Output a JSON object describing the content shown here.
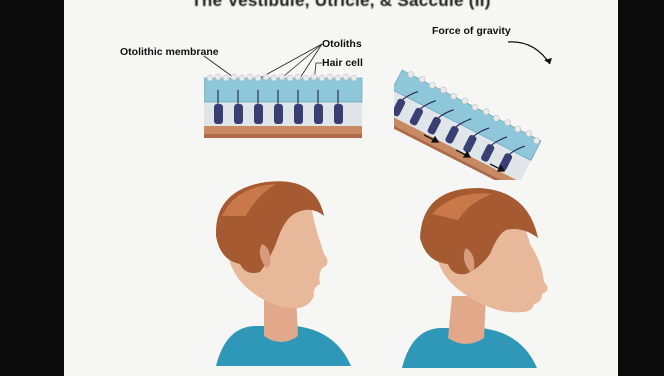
{
  "slide": {
    "title": "The Vestibule, Utricle, & Saccule (II)",
    "labels": {
      "otolithic_membrane": "Otolithic membrane",
      "otoliths": "Otoliths",
      "hair_cell": "Hair cell",
      "force_of_gravity": "Force of gravity"
    }
  },
  "colors": {
    "membrane": "#8fc7da",
    "base": "#c78a63",
    "hair_cell": "#3a3f73",
    "hair": "#c98a5a",
    "skin": "#e8b89a",
    "shirt": "#2f97b8"
  },
  "icons": [
    "upright-head-illustration",
    "tilted-head-illustration",
    "gravity-arrow-icon"
  ]
}
